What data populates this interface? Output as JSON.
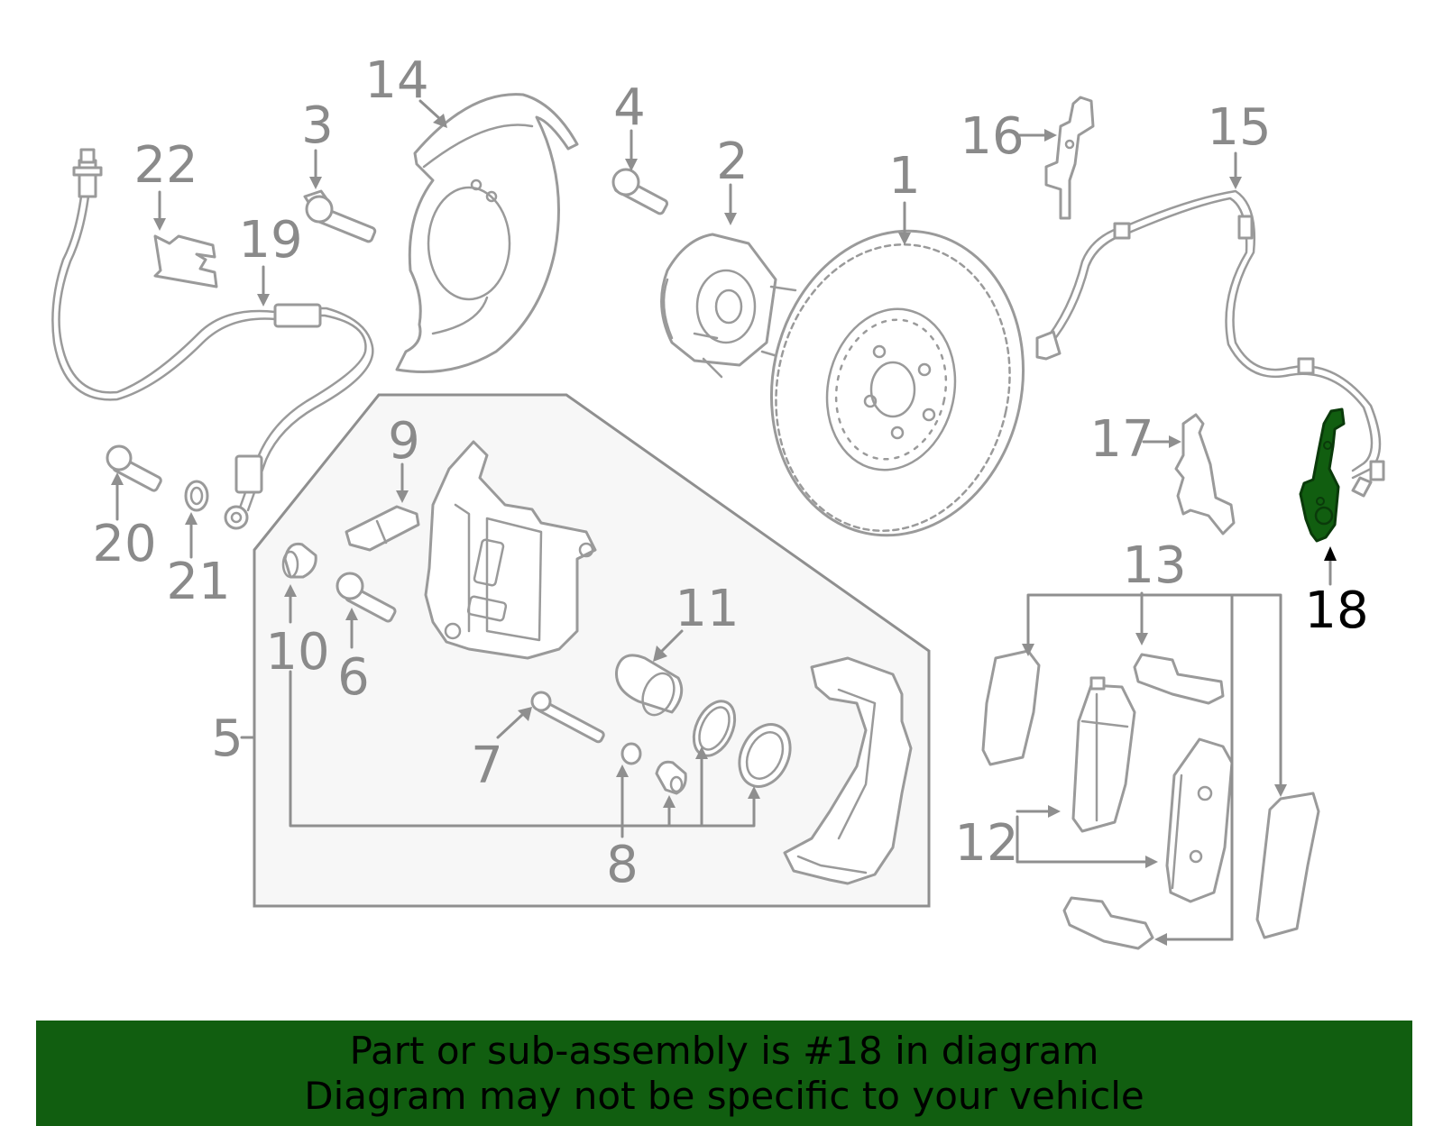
{
  "diagram": {
    "callouts": [
      {
        "id": "1",
        "text": "1"
      },
      {
        "id": "2",
        "text": "2"
      },
      {
        "id": "3",
        "text": "3"
      },
      {
        "id": "4",
        "text": "4"
      },
      {
        "id": "5",
        "text": "5"
      },
      {
        "id": "6",
        "text": "6"
      },
      {
        "id": "7",
        "text": "7"
      },
      {
        "id": "8",
        "text": "8"
      },
      {
        "id": "9",
        "text": "9"
      },
      {
        "id": "10",
        "text": "10"
      },
      {
        "id": "11",
        "text": "11"
      },
      {
        "id": "12",
        "text": "12"
      },
      {
        "id": "13",
        "text": "13"
      },
      {
        "id": "14",
        "text": "14"
      },
      {
        "id": "15",
        "text": "15"
      },
      {
        "id": "16",
        "text": "16"
      },
      {
        "id": "17",
        "text": "17"
      },
      {
        "id": "18",
        "text": "18",
        "highlighted": true
      },
      {
        "id": "19",
        "text": "19"
      },
      {
        "id": "20",
        "text": "20"
      },
      {
        "id": "21",
        "text": "21"
      },
      {
        "id": "22",
        "text": "22"
      }
    ],
    "highlight_color": "#115e10",
    "line_color": "#8f8f8f"
  },
  "banner": {
    "line1": "Part or sub-assembly is #18 in diagram",
    "line2": "Diagram may not be specific to your vehicle",
    "background": "#115e10"
  }
}
